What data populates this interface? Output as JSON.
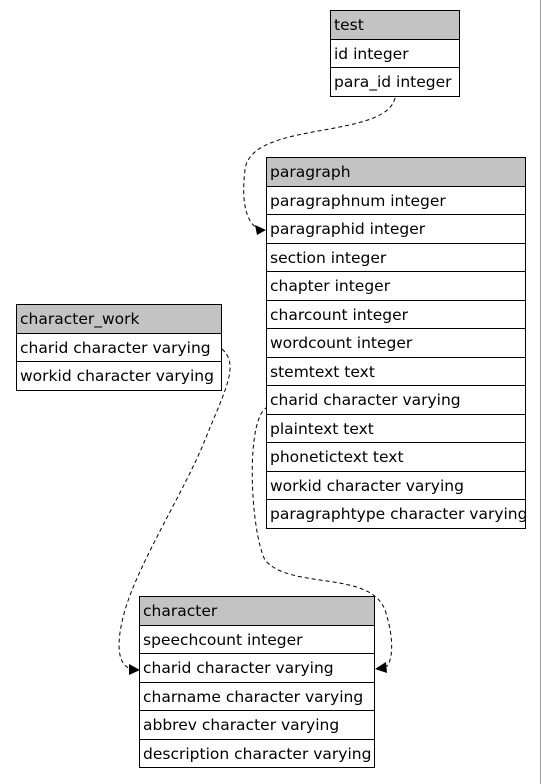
{
  "tables": {
    "test": {
      "name": "test",
      "columns": [
        "id integer",
        "para_id integer"
      ]
    },
    "paragraph": {
      "name": "paragraph",
      "columns": [
        "paragraphnum integer",
        "paragraphid integer",
        "section integer",
        "chapter integer",
        "charcount integer",
        "wordcount integer",
        "stemtext text",
        "charid character varying",
        "plaintext text",
        "phonetictext text",
        "workid character varying",
        "paragraphtype character varying"
      ]
    },
    "character_work": {
      "name": "character_work",
      "columns": [
        "charid character varying",
        "workid character varying"
      ]
    },
    "character": {
      "name": "character",
      "columns": [
        "speechcount integer",
        "charid character varying",
        "charname character varying",
        "abbrev character varying",
        "description character varying"
      ]
    }
  },
  "relations": [
    {
      "from": "test.para_id",
      "to": "paragraph.paragraphid"
    },
    {
      "from": "paragraph.charid",
      "to": "character.charid"
    },
    {
      "from": "character_work.charid",
      "to": "character.charid"
    }
  ],
  "colors": {
    "header_bg": "#c3c3c3",
    "border": "#000000",
    "link": "#000000"
  }
}
